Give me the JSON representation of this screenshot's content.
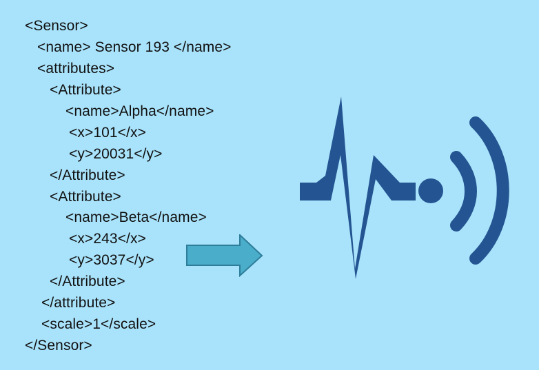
{
  "xml_lines": [
    "<Sensor>",
    "<name> Sensor 193 </name>",
    "<attributes>",
    "<Attribute>",
    "<name>Alpha</name>",
    "<x>101</x>",
    "<y>20031</y>",
    "</Attribute>",
    "<Attribute>",
    "<name>Beta</name>",
    "<x>243</x>",
    "<y>3037</y>",
    "</Attribute>",
    "</attribute>",
    "<scale>1</scale>",
    "</Sensor>"
  ],
  "colors": {
    "background": "#a9e3fb",
    "text": "#111111",
    "arrow_fill": "#4aaecb",
    "arrow_stroke": "#2e7d9a",
    "icon": "#245592"
  },
  "icons": {
    "arrow": "right-arrow-icon",
    "sensor": "sensor-signal-icon"
  }
}
